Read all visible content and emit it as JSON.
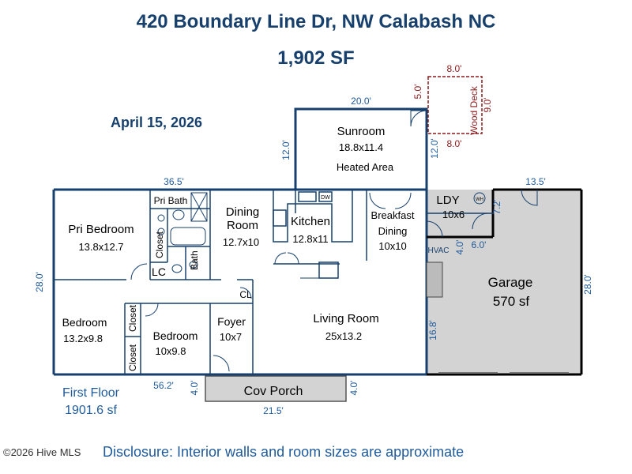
{
  "header": {
    "address": "420 Boundary Line Dr, NW Calabash NC",
    "area": "1,902 SF",
    "date": "April 15, 2026"
  },
  "rooms": {
    "sunroom": {
      "name": "Sunroom",
      "size": "18.8x11.4",
      "note": "Heated Area"
    },
    "wood_deck": {
      "name": "Wood Deck"
    },
    "pri_bath": {
      "name": "Pri Bath"
    },
    "pri_bedroom": {
      "name": "Pri Bedroom",
      "size": "13.8x12.7"
    },
    "closet_pri": {
      "name": "Closet"
    },
    "bath": {
      "name": "Bath"
    },
    "lc": {
      "name": "LC"
    },
    "dining_room": {
      "name": "Dining\nRoom",
      "line1": "Dining",
      "line2": "Room",
      "size": "12.7x10"
    },
    "kitchen": {
      "name": "Kitchen",
      "size": "12.8x11"
    },
    "breakfast": {
      "line1": "Breakfast",
      "line2": "Dining",
      "size": "10x10"
    },
    "ldy": {
      "name": "LDY",
      "size": "10x6"
    },
    "wh": {
      "name": "WH"
    },
    "hvac": {
      "name": "HVAC"
    },
    "dw": {
      "name": "DW"
    },
    "garage": {
      "name": "Garage",
      "size": "570 sf"
    },
    "cl": {
      "name": "CL"
    },
    "bedroom1": {
      "name": "Bedroom",
      "size": "13.2x9.8"
    },
    "closet_b1": {
      "name": "Closet"
    },
    "bedroom2": {
      "name": "Bedroom",
      "size": "10x9.8"
    },
    "closet_b2": {
      "name": "Closet"
    },
    "foyer": {
      "name": "Foyer",
      "size": "10x7"
    },
    "living_room": {
      "name": "Living Room",
      "size": "25x13.2"
    },
    "cov_porch": {
      "name": "Cov Porch"
    }
  },
  "dimensions": {
    "sunroom_top": "20.0'",
    "sunroom_left": "12.0'",
    "sunroom_right": "12.0'",
    "deck_top": "8.0'",
    "deck_bottom": "8.0'",
    "deck_left": "5.0'",
    "deck_right": "9.0'",
    "house_top": "36.5'",
    "house_left": "28.0'",
    "house_bottom": "56.2'",
    "garage_top": "13.5'",
    "garage_right": "28.0'",
    "ldy_right": "7.2'",
    "ldy_bottom_v": "4.0'",
    "ldy_bottom_h": "6.0'",
    "garage_left": "16.8'",
    "porch_left": "4.0'",
    "porch_right": "4.0'",
    "porch_bottom": "21.5'"
  },
  "footer": {
    "floor_name": "First Floor",
    "floor_area": "1901.6 sf",
    "disclosure": "Disclosure: Interior walls and room sizes are approximate",
    "copyright": "©2026 Hive MLS"
  },
  "colors": {
    "wall": "#17406d",
    "dimension_text": "#1f5a9a",
    "deck_outline": "#8b1a1a",
    "garage_fill": "#d3d3d3",
    "porch_fill": "#d3d3d3"
  }
}
